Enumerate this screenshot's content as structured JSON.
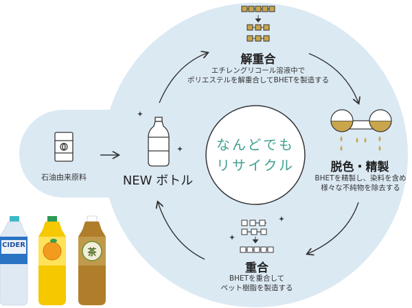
{
  "center": {
    "line1": "なんどでも",
    "line2": "リサイクル"
  },
  "raw_material": {
    "label": "石油由来原料",
    "icon": "oil-drum-icon"
  },
  "new_bottle": {
    "label": "NEW ボトル",
    "icon": "pet-bottle-icon"
  },
  "steps": [
    {
      "title": "解重合",
      "desc_line1": "エチレングリコール溶液中で",
      "desc_line2": "ポリエステルを解重合してBHETを製造する",
      "icon": "depolymerization-chain-icon"
    },
    {
      "title": "脱色・精製",
      "desc_line1": "BHETを精製し、染料を含め",
      "desc_line2": "様々な不純物を除去する",
      "icon": "purification-filter-icon"
    },
    {
      "title": "重合",
      "desc_line1": "BHETを重合して",
      "desc_line2": "ペット樹脂を製造する",
      "icon": "polymerization-chain-icon"
    }
  ],
  "bottles": [
    {
      "label": "CIDER",
      "color": "#dfe9f3",
      "icon": "cider-bottle"
    },
    {
      "label": "",
      "color": "#f5c800",
      "icon": "orange-juice-bottle"
    },
    {
      "label": "茶",
      "color": "#b07e2a",
      "icon": "green-tea-bottle"
    }
  ],
  "colors": {
    "background_shape": "#dbe9f3",
    "accent_teal": "#3fa090",
    "chain_gold": "#c9a64c",
    "outline": "#333333"
  }
}
